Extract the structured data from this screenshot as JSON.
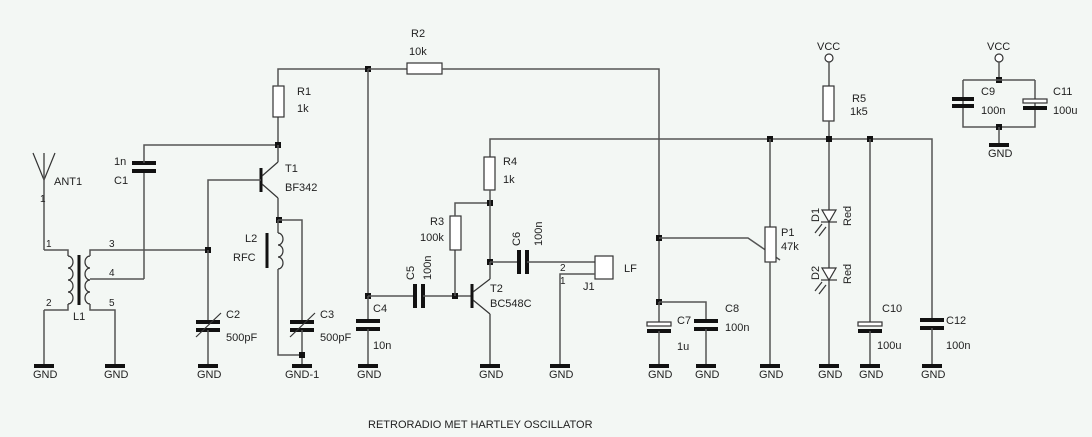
{
  "title": "RETRORADIO MET HARTLEY OSCILLATOR",
  "components": {
    "ANT1": {
      "ref": "ANT1",
      "pin": "1"
    },
    "L1": {
      "ref": "L1",
      "pins": [
        "1",
        "2",
        "3",
        "4",
        "5"
      ]
    },
    "C1": {
      "ref": "C1",
      "value": "1n"
    },
    "R1": {
      "ref": "R1",
      "value": "1k"
    },
    "T1": {
      "ref": "T1",
      "value": "BF342"
    },
    "L2": {
      "ref": "L2",
      "value": "RFC"
    },
    "C2": {
      "ref": "C2",
      "value": "500pF"
    },
    "C3": {
      "ref": "C3",
      "value": "500pF"
    },
    "R2": {
      "ref": "R2",
      "value": "10k"
    },
    "C4": {
      "ref": "C4",
      "value": "10n"
    },
    "C5": {
      "ref": "C5",
      "value": "100n"
    },
    "R3": {
      "ref": "R3",
      "value": "100k"
    },
    "R4": {
      "ref": "R4",
      "value": "1k"
    },
    "T2": {
      "ref": "T2",
      "value": "BC548C"
    },
    "C6": {
      "ref": "C6",
      "value": "100n"
    },
    "J1": {
      "ref": "J1",
      "value": "LF",
      "pins": [
        "2",
        "1"
      ]
    },
    "C7": {
      "ref": "C7",
      "value": "1u"
    },
    "C8": {
      "ref": "C8",
      "value": "100n"
    },
    "P1": {
      "ref": "P1",
      "value": "47k"
    },
    "R5": {
      "ref": "R5",
      "value": "1k5"
    },
    "D1": {
      "ref": "D1",
      "value": "Red"
    },
    "D2": {
      "ref": "D2",
      "value": "Red"
    },
    "C9": {
      "ref": "C9",
      "value": "100n"
    },
    "C10": {
      "ref": "C10",
      "value": "100u"
    },
    "C11": {
      "ref": "C11",
      "value": "100u"
    },
    "C12": {
      "ref": "C12",
      "value": "100n"
    }
  },
  "nets": {
    "gnd": "GND",
    "gnd1": "GND-1",
    "vcc": "VCC"
  }
}
